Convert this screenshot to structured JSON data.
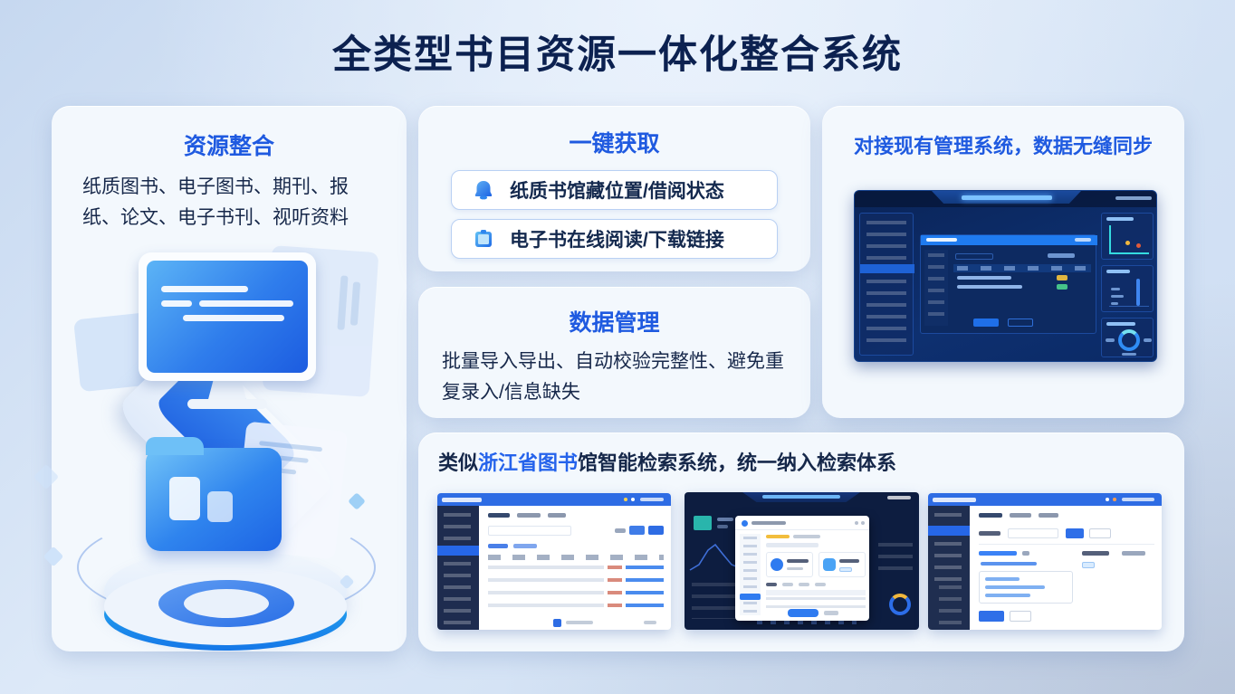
{
  "page": {
    "title": "全类型书目资源一体化整合系统"
  },
  "colors": {
    "accent": "#2563eb",
    "heading_blue": "#1f5ae0",
    "title_navy": "#0c2150"
  },
  "cards": {
    "resource": {
      "title": "资源整合",
      "body": "纸质图书、电子图书、期刊、报纸、论文、电子书刊、视听资料",
      "illustrations": [
        "computer-monitor-3d",
        "folder-platform-3d"
      ]
    },
    "one_click": {
      "title": "一键获取",
      "buttons": [
        {
          "icon": "bell-icon",
          "label": "纸质书馆藏位置/借阅状态"
        },
        {
          "icon": "ebook-icon",
          "label": "电子书在线阅读/下载链接"
        }
      ]
    },
    "data_mgmt": {
      "title": "数据管理",
      "body": "批量导入导出、自动校验完整性、避免重复录入/信息缺失"
    },
    "integration": {
      "title": "对接现有管理系统，数据无缝同步",
      "screenshot": "dark-admin-dashboard"
    },
    "search": {
      "title_prefix": "类似",
      "title_link": "浙江省图书",
      "title_suffix": "馆智能检索系统，统一纳入检索体系",
      "screenshots": [
        "library-admin-table",
        "dark-dashboard-modal",
        "library-admin-form"
      ]
    }
  }
}
